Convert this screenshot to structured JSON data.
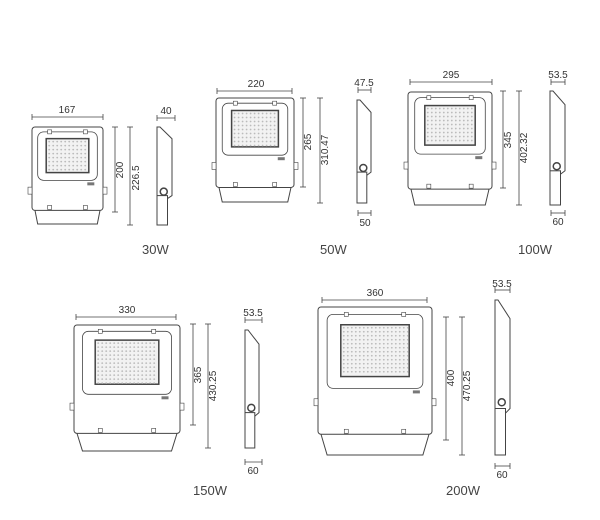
{
  "models": [
    {
      "label": "30W",
      "width": "167",
      "height": "200",
      "total_height": "226.5",
      "depth_top": "40"
    },
    {
      "label": "50W",
      "width": "220",
      "height": "265",
      "total_height": "310.47",
      "depth_top": "47.5",
      "depth_bottom": "50"
    },
    {
      "label": "100W",
      "width": "295",
      "height": "345",
      "total_height": "402.32",
      "depth_top": "53.5",
      "depth_bottom": "60"
    },
    {
      "label": "150W",
      "width": "330",
      "height": "365",
      "total_height": "430.25",
      "depth_top": "53.5",
      "depth_bottom": "60"
    },
    {
      "label": "200W",
      "width": "360",
      "height": "400",
      "total_height": "470.25",
      "depth_top": "53.5",
      "depth_bottom": "60"
    }
  ],
  "colors": {
    "line": "#444444",
    "led": "#bbbbbb"
  }
}
